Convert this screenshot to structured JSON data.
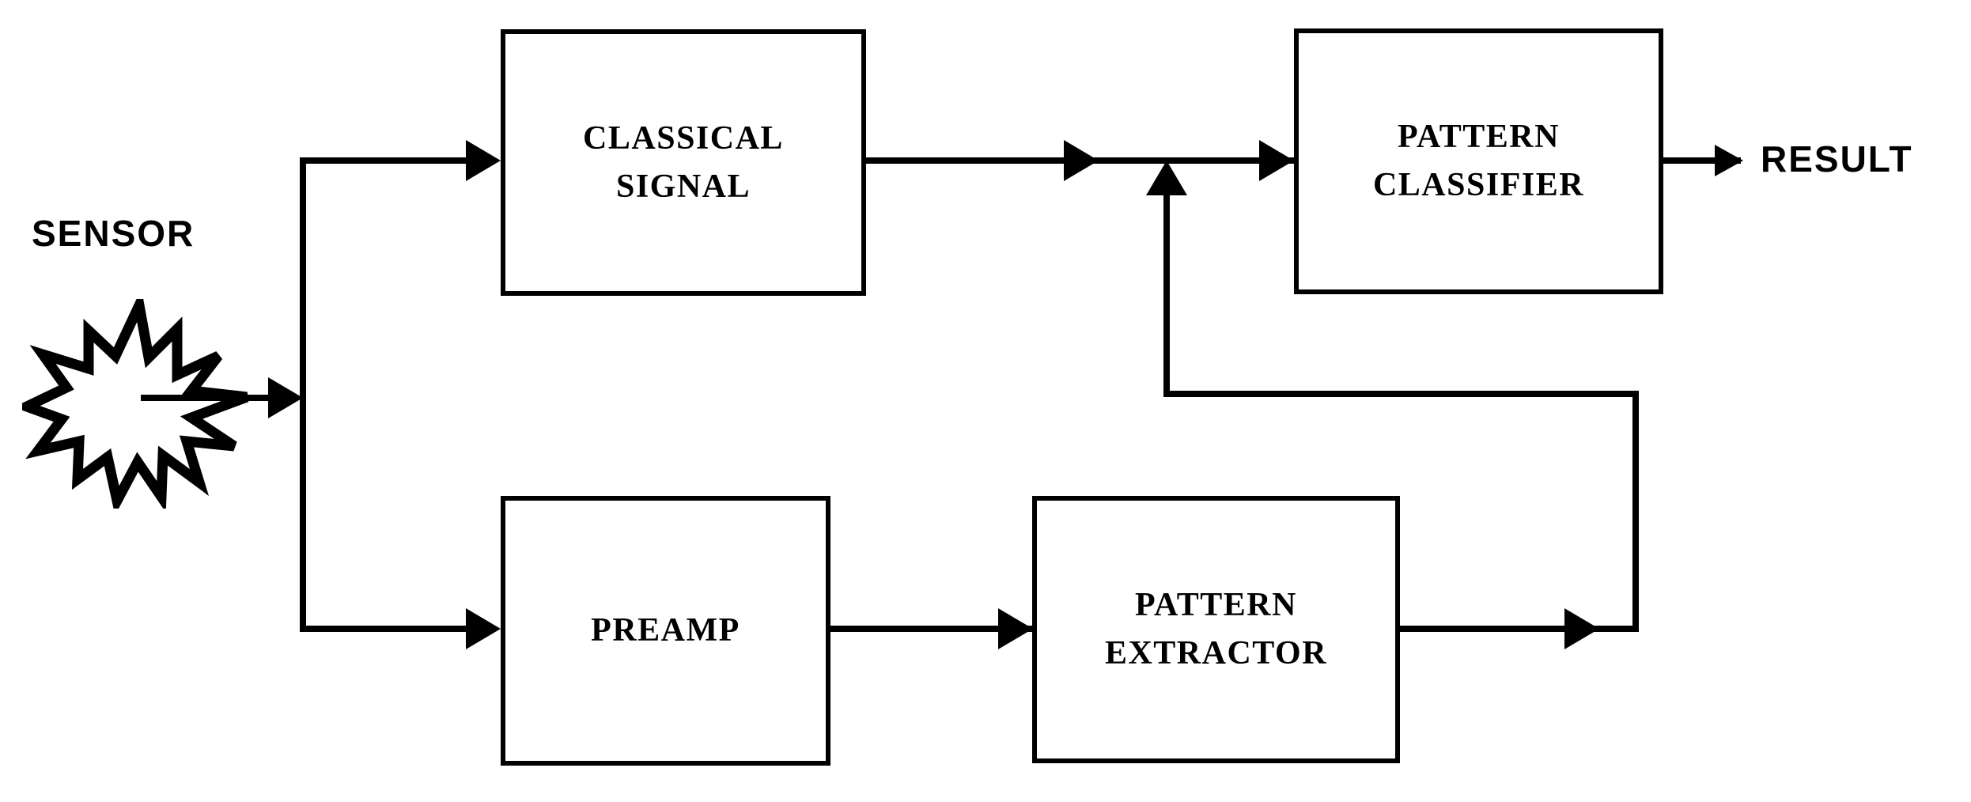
{
  "diagram": {
    "title_text_present": false,
    "background_color": "#ffffff",
    "stroke_color": "#000000",
    "labels": {
      "sensor": "SENSOR",
      "result": "RESULT"
    },
    "blocks": [
      {
        "id": "classical-signal",
        "lines": [
          "CLASSICAL",
          "SIGNAL"
        ]
      },
      {
        "id": "pattern-classifier",
        "lines": [
          "PATTERN",
          "CLASSIFIER"
        ]
      },
      {
        "id": "preamp",
        "lines": [
          "PREAMP"
        ]
      },
      {
        "id": "pattern-extractor",
        "lines": [
          "PATTERN",
          "EXTRACTOR"
        ]
      }
    ],
    "icons": {
      "burst": "starburst-icon"
    },
    "connections": [
      {
        "from": "sensor",
        "to": "split-node",
        "arrow": "right"
      },
      {
        "from": "split-node",
        "to": "classical-signal",
        "arrow": "right"
      },
      {
        "from": "split-node",
        "to": "preamp",
        "arrow": "right"
      },
      {
        "from": "classical-signal",
        "to": "merge-node",
        "arrow": "right"
      },
      {
        "from": "merge-node",
        "to": "pattern-classifier",
        "arrow": "right"
      },
      {
        "from": "preamp",
        "to": "pattern-extractor",
        "arrow": "right"
      },
      {
        "from": "pattern-extractor",
        "to": "feedback-corner",
        "arrow": "right"
      },
      {
        "from": "feedback-corner",
        "to": "merge-node",
        "arrow": "up"
      },
      {
        "from": "pattern-classifier",
        "to": "result",
        "arrow": "right"
      }
    ]
  }
}
